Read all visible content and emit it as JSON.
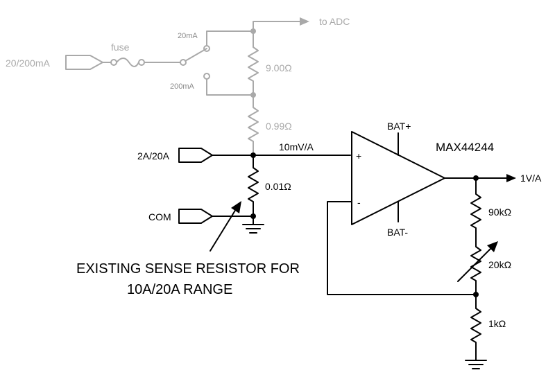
{
  "labels": {
    "to_adc": "to ADC",
    "input_20_200ma": "20/200mA",
    "fuse": "fuse",
    "switch_20ma": "20mA",
    "switch_200ma": "200mA",
    "r_9_00": "9.00Ω",
    "r_0_99": "0.99Ω",
    "input_2a_20a": "2A/20A",
    "node_10mv": "10mV/A",
    "r_0_01": "0.01Ω",
    "com": "COM",
    "opamp_plus": "+",
    "opamp_minus": "-",
    "bat_plus": "BAT+",
    "bat_minus": "BAT-",
    "ic_name": "MAX44244",
    "output": "1V/A",
    "r_90k": "90kΩ",
    "r_20k": "20kΩ",
    "r_1k": "1kΩ",
    "note_line1": "EXISTING SENSE RESISTOR FOR",
    "note_line2": "10A/20A RANGE"
  },
  "colors": {
    "active_wire": "#000000",
    "inactive_wire": "#a9a9a9"
  }
}
